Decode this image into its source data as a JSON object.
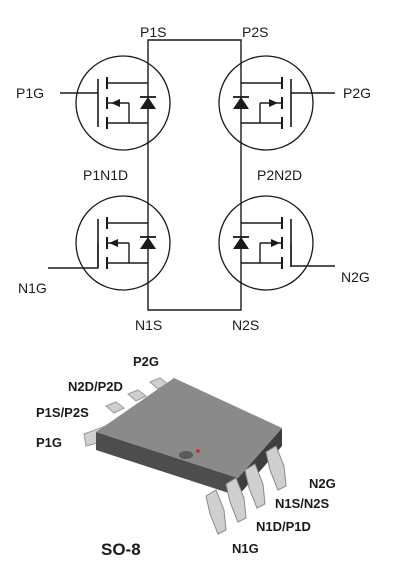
{
  "schematic": {
    "labels": {
      "p1s": "P1S",
      "p2s": "P2S",
      "p1g": "P1G",
      "p2g": "P2G",
      "p1n1d": "P1N1D",
      "p2n2d": "P2N2D",
      "n1g": "N1G",
      "n2g": "N2G",
      "n1s": "N1S",
      "n2s": "N2S"
    }
  },
  "package": {
    "title": "SO-8",
    "pins_left": [
      "P2G",
      "N2D/P2D",
      "P1S/P2S",
      "P1G"
    ],
    "pins_right": [
      "N2G",
      "N1S/N2S",
      "N1D/P1D",
      "N1G"
    ]
  },
  "colors": {
    "line": "#1a1a1a",
    "body_top": "#8a8a8a",
    "body_side": "#4d4d4d",
    "lead": "#cfcfcf",
    "dot_red": "#e02020"
  }
}
